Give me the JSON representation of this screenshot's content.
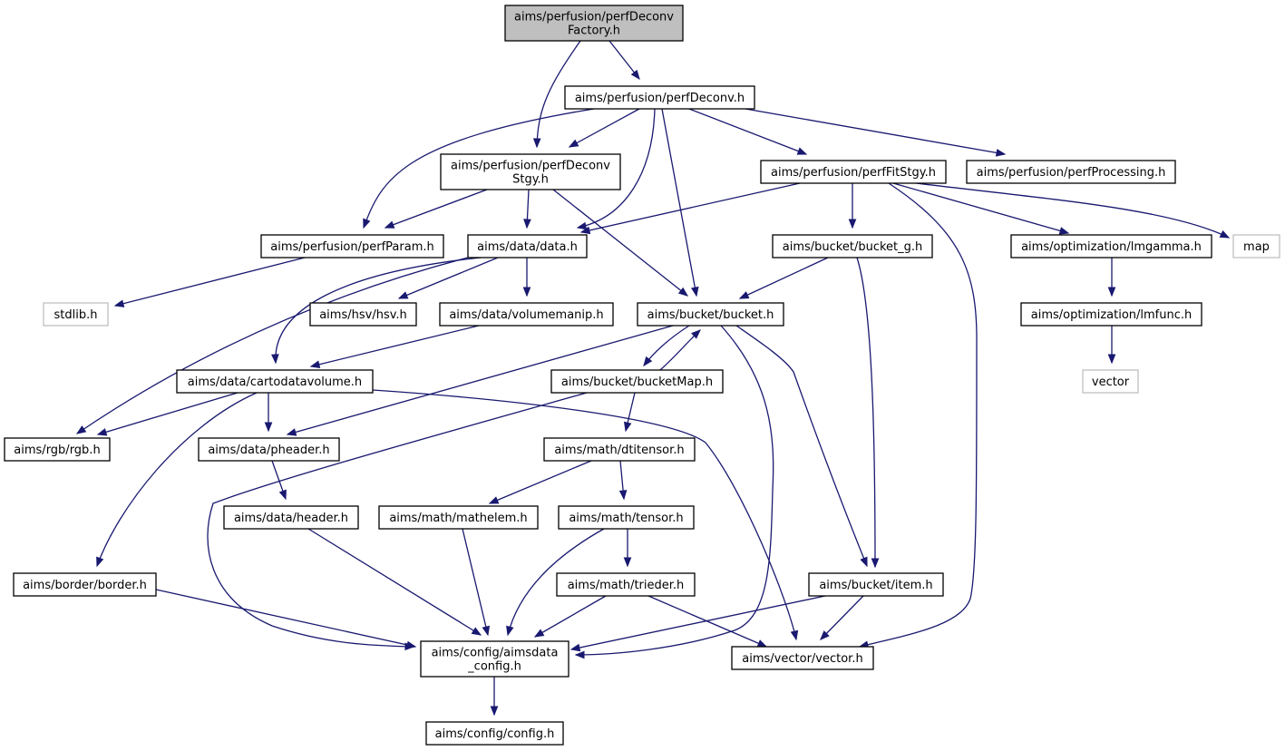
{
  "diagram": {
    "type": "include-dependency-graph",
    "colors": {
      "edge": "#191970",
      "root_fill": "#bfbfbf",
      "node_border": "#000000",
      "external_border": "#bfbfbf"
    },
    "nodes": [
      {
        "id": "root",
        "lines": [
          "aims/perfusion/perfDeconv",
          "Factory.h"
        ]
      },
      {
        "id": "perfDeconv",
        "lines": [
          "aims/perfusion/perfDeconv.h"
        ]
      },
      {
        "id": "perfDeconvStgy",
        "lines": [
          "aims/perfusion/perfDeconv",
          "Stgy.h"
        ]
      },
      {
        "id": "perfFitStgy",
        "lines": [
          "aims/perfusion/perfFitStgy.h"
        ]
      },
      {
        "id": "perfProcessing",
        "lines": [
          "aims/perfusion/perfProcessing.h"
        ]
      },
      {
        "id": "perfParam",
        "lines": [
          "aims/perfusion/perfParam.h"
        ]
      },
      {
        "id": "data",
        "lines": [
          "aims/data/data.h"
        ]
      },
      {
        "id": "bucket_g",
        "lines": [
          "aims/bucket/bucket_g.h"
        ]
      },
      {
        "id": "lmgamma",
        "lines": [
          "aims/optimization/lmgamma.h"
        ]
      },
      {
        "id": "map",
        "lines": [
          "map"
        ]
      },
      {
        "id": "stdlib",
        "lines": [
          "stdlib.h"
        ]
      },
      {
        "id": "hsv",
        "lines": [
          "aims/hsv/hsv.h"
        ]
      },
      {
        "id": "volumemanip",
        "lines": [
          "aims/data/volumemanip.h"
        ]
      },
      {
        "id": "bucket",
        "lines": [
          "aims/bucket/bucket.h"
        ]
      },
      {
        "id": "lmfunc",
        "lines": [
          "aims/optimization/lmfunc.h"
        ]
      },
      {
        "id": "cartodatavolume",
        "lines": [
          "aims/data/cartodatavolume.h"
        ]
      },
      {
        "id": "bucketMap",
        "lines": [
          "aims/bucket/bucketMap.h"
        ]
      },
      {
        "id": "vector",
        "lines": [
          "vector"
        ]
      },
      {
        "id": "rgb",
        "lines": [
          "aims/rgb/rgb.h"
        ]
      },
      {
        "id": "pheader",
        "lines": [
          "aims/data/pheader.h"
        ]
      },
      {
        "id": "dtitensor",
        "lines": [
          "aims/math/dtitensor.h"
        ]
      },
      {
        "id": "header",
        "lines": [
          "aims/data/header.h"
        ]
      },
      {
        "id": "mathelem",
        "lines": [
          "aims/math/mathelem.h"
        ]
      },
      {
        "id": "tensor",
        "lines": [
          "aims/math/tensor.h"
        ]
      },
      {
        "id": "border",
        "lines": [
          "aims/border/border.h"
        ]
      },
      {
        "id": "trieder",
        "lines": [
          "aims/math/trieder.h"
        ]
      },
      {
        "id": "item",
        "lines": [
          "aims/bucket/item.h"
        ]
      },
      {
        "id": "aimsdata_config",
        "lines": [
          "aims/config/aimsdata",
          "_config.h"
        ]
      },
      {
        "id": "vectorh",
        "lines": [
          "aims/vector/vector.h"
        ]
      },
      {
        "id": "config",
        "lines": [
          "aims/config/config.h"
        ]
      }
    ],
    "edges": [
      [
        "root",
        "perfDeconv"
      ],
      [
        "root",
        "perfDeconvStgy"
      ],
      [
        "perfDeconv",
        "perfDeconvStgy"
      ],
      [
        "perfDeconv",
        "perfFitStgy"
      ],
      [
        "perfDeconv",
        "perfProcessing"
      ],
      [
        "perfDeconv",
        "perfParam"
      ],
      [
        "perfDeconv",
        "data"
      ],
      [
        "perfDeconv",
        "bucket"
      ],
      [
        "perfDeconvStgy",
        "perfParam"
      ],
      [
        "perfDeconvStgy",
        "data"
      ],
      [
        "perfDeconvStgy",
        "bucket"
      ],
      [
        "perfFitStgy",
        "data"
      ],
      [
        "perfFitStgy",
        "bucket_g"
      ],
      [
        "perfFitStgy",
        "lmgamma"
      ],
      [
        "perfFitStgy",
        "map"
      ],
      [
        "perfFitStgy",
        "vectorh"
      ],
      [
        "perfParam",
        "stdlib"
      ],
      [
        "data",
        "hsv"
      ],
      [
        "data",
        "volumemanip"
      ],
      [
        "data",
        "cartodatavolume"
      ],
      [
        "data",
        "rgb"
      ],
      [
        "bucket_g",
        "bucket"
      ],
      [
        "bucket_g",
        "item"
      ],
      [
        "lmgamma",
        "lmfunc"
      ],
      [
        "lmfunc",
        "vector"
      ],
      [
        "volumemanip",
        "cartodatavolume"
      ],
      [
        "bucket",
        "bucketMap"
      ],
      [
        "bucket",
        "pheader"
      ],
      [
        "bucket",
        "item"
      ],
      [
        "bucket",
        "aimsdata_config"
      ],
      [
        "bucketMap",
        "bucket"
      ],
      [
        "bucketMap",
        "dtitensor"
      ],
      [
        "bucketMap",
        "aimsdata_config"
      ],
      [
        "cartodatavolume",
        "rgb"
      ],
      [
        "cartodatavolume",
        "pheader"
      ],
      [
        "cartodatavolume",
        "border"
      ],
      [
        "cartodatavolume",
        "vectorh"
      ],
      [
        "pheader",
        "header"
      ],
      [
        "header",
        "aimsdata_config"
      ],
      [
        "dtitensor",
        "mathelem"
      ],
      [
        "dtitensor",
        "tensor"
      ],
      [
        "mathelem",
        "aimsdata_config"
      ],
      [
        "tensor",
        "trieder"
      ],
      [
        "tensor",
        "aimsdata_config"
      ],
      [
        "trieder",
        "aimsdata_config"
      ],
      [
        "trieder",
        "vectorh"
      ],
      [
        "border",
        "aimsdata_config"
      ],
      [
        "item",
        "aimsdata_config"
      ],
      [
        "item",
        "vectorh"
      ],
      [
        "aimsdata_config",
        "config"
      ]
    ]
  }
}
